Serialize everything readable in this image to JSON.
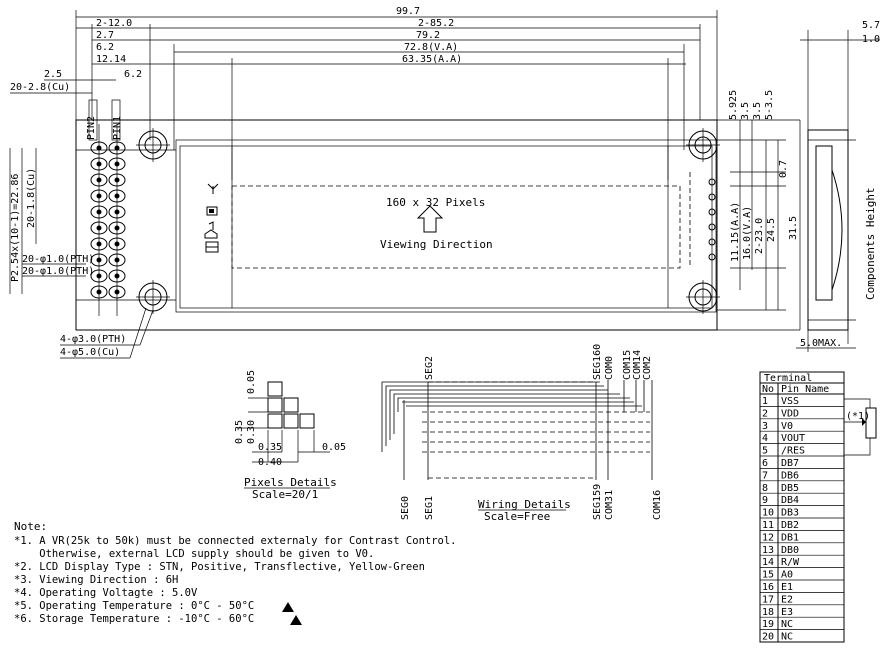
{
  "top_dims": [
    "99.7",
    "2-12.0",
    "2-85.2",
    "2.7",
    "79.2",
    "6.2",
    "72.8(V.A)",
    "12.14",
    "63.35(A.A)"
  ],
  "left_labels": {
    "d25": "2.5",
    "pad_cu": "20-2.8(Cu)",
    "d62": "6.2",
    "pin2": "PIN2",
    "pin1": "PIN1",
    "pitch": "P2.54x(10-1)=22.86",
    "d18cu": "20-1.8(Cu)",
    "pth": "20-φ1.0(PTH)",
    "pth2": "20-φ1.0(PTH)"
  },
  "mount_labels": [
    "4-φ3.0(PTH)",
    "4-φ5.0(Cu)"
  ],
  "display": {
    "resolution": "160 x 32 Pixels",
    "viewing": "Viewing Direction"
  },
  "right_dims": {
    "d5925": "5.925",
    "d35": "3.5",
    "d35b": "3.5",
    "d5035": "5-3.5",
    "d07": "0.7",
    "d1115": "11.15(A.A)",
    "d160": "16.0(V.A)",
    "d230": "2-23.0",
    "d245": "24.5",
    "d315": "31.5"
  },
  "side_view": {
    "d57": "5.7",
    "d10": "1.0",
    "height_label": "Components Height",
    "max": "5.0MAX."
  },
  "pixel_details": {
    "d005": "0.05",
    "d035": "0.35",
    "d030": "0.30",
    "d035b": "0.35",
    "d005b": "0.05",
    "d040": "0.40",
    "title": "Pixels Details",
    "scale": "Scale=20/1"
  },
  "wiring": {
    "top": [
      "SEG2",
      "SEG160",
      "COM0",
      "COM15",
      "COM14",
      "COM2"
    ],
    "bottom": [
      "SEG0",
      "SEG1",
      "SEG159",
      "COM31",
      "COM16"
    ],
    "title": "Wiring Details",
    "scale": "Scale=Free"
  },
  "notes": {
    "title": "Note:",
    "lines": [
      "*1. A VR(25k to 50k) must be connected externaly for Contrast Control.",
      "    Otherwise, external LCD supply should be given to V0.",
      "*2. LCD Display Type : STN, Positive, Transflective, Yellow-Green",
      "*3. Viewing Direction : 6H",
      "*4. Operating Voltagte : 5.0V",
      "*5. Operating Temperature : 0°C - 50°C",
      "*6. Storage Temperature : -10°C - 60°C"
    ]
  },
  "terminal": {
    "title": "Terminal",
    "headers": [
      "No",
      "Pin Name"
    ],
    "rows": [
      [
        "1",
        "VSS"
      ],
      [
        "2",
        "VDD"
      ],
      [
        "3",
        "V0"
      ],
      [
        "4",
        "VOUT"
      ],
      [
        "5",
        "/RES"
      ],
      [
        "6",
        "DB7"
      ],
      [
        "7",
        "DB6"
      ],
      [
        "8",
        "DB5"
      ],
      [
        "9",
        "DB4"
      ],
      [
        "10",
        "DB3"
      ],
      [
        "11",
        "DB2"
      ],
      [
        "12",
        "DB1"
      ],
      [
        "13",
        "DB0"
      ],
      [
        "14",
        "R/W"
      ],
      [
        "15",
        "A0"
      ],
      [
        "16",
        "E1"
      ],
      [
        "17",
        "E2"
      ],
      [
        "18",
        "E3"
      ],
      [
        "19",
        "NC"
      ],
      [
        "20",
        "NC"
      ]
    ],
    "note_ref": "(*1)"
  }
}
